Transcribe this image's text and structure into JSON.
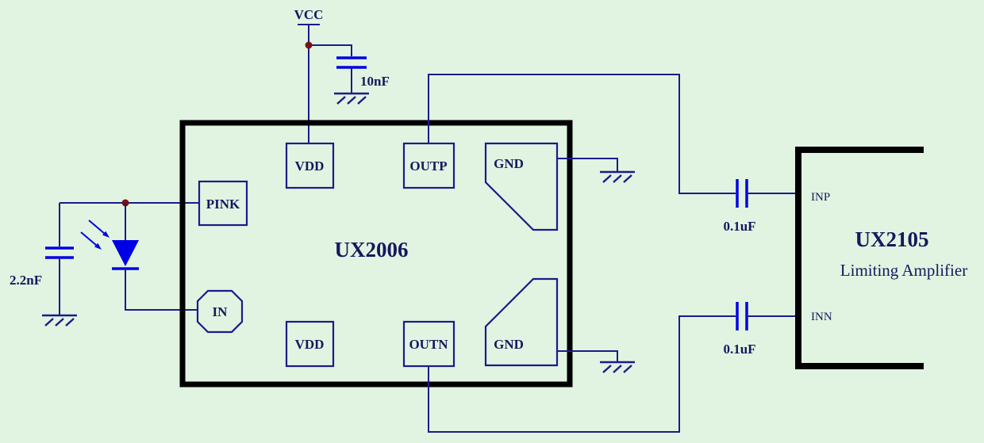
{
  "colors": {
    "background": "#e1f4e1",
    "wire": "#1b1b8a",
    "component": "#0000e6",
    "chip_border": "#000000",
    "text": "#17175e",
    "junction": "#7a1111"
  },
  "power": {
    "vcc_label": "VCC",
    "decoupling_cap": "10nF"
  },
  "input": {
    "cap_label": "2.2nF"
  },
  "main_chip": {
    "name": "UX2006",
    "pins": {
      "vdd_top": "VDD",
      "vdd_bottom": "VDD",
      "outp": "OUTP",
      "outn": "OUTN",
      "gnd_top": "GND",
      "gnd_bottom": "GND",
      "pink": "PINK",
      "in": "IN"
    }
  },
  "coupling": {
    "cap_top": "0.1uF",
    "cap_bottom": "0.1uF"
  },
  "amp_chip": {
    "name": "UX2105",
    "subtitle": "Limiting Amplifier",
    "pins": {
      "inp": "INP",
      "inn": "INN"
    }
  }
}
